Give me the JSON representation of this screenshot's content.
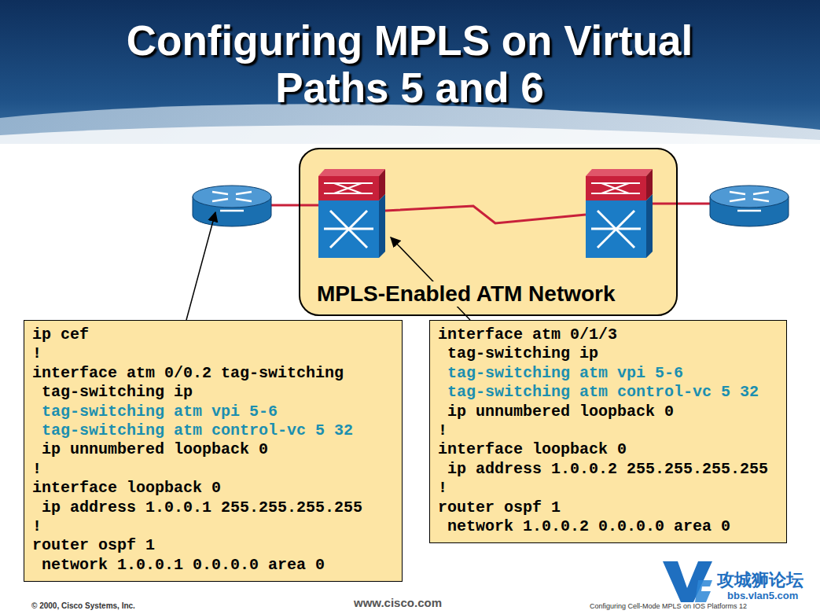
{
  "diagram": {
    "title": "Configuring MPLS on Virtual Paths 5 and 6",
    "nodes": [
      {
        "text": [
          "MPLS-Enabled ATM Network"
        ]
      },
      {
        "text": [
          "ip cef",
          "!",
          "interface atm 0/0.2 tag-switching",
          "tag-switching ip",
          "tag-switching atm vpi 5-6",
          "tag-switching atm control-vc 5 32",
          "ip unnumbered loopback 0",
          "!",
          "interface loopback 0",
          "ip address 1.0.0.1 255.255.255.255",
          "!",
          "router ospf 1",
          "network 1.0.0.1 0.0.0.0 area 0"
        ]
      },
      {
        "text": [
          "interface atm 0/1/3",
          "tag-switching ip",
          "tag-switching atm vpi 5-6",
          "tag-switching atm control-vc 5 32",
          "ip unnumbered loopback 0",
          "!",
          "interface loopback 0",
          "ip address 1.0.0.2 255.255.255.255",
          "!",
          "router ospf 1",
          "network 1.0.0.2 0.0.0.0 area 0"
        ]
      }
    ],
    "labels": [
      "© 2000, Cisco Systems, Inc.",
      "www.cisco.com",
      "Configuring Cell-Mode MPLS on IOS Platforms 12",
      "攻城狮论坛",
      "bbs.vlan5.com"
    ]
  }
}
